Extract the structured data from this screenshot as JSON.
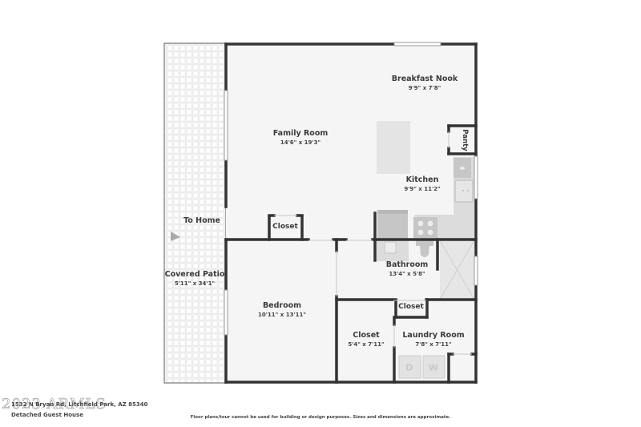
{
  "property": {
    "address": "1532 N Bryan Rd, Litchfield Park, AZ 85340",
    "subtitle": "Detached Guest House",
    "watermark": "2023 ARMLS",
    "disclaimer": "Floor plans/tour cannot be used for building or design purposes. Sizes and dimensions are approximate."
  },
  "colors": {
    "wall": "#333333",
    "floor": "#f5f5f5",
    "fixture": "#d6d6d6",
    "patio_tile": "#e6e6e6",
    "text": "#3b3b3b"
  },
  "rooms": [
    {
      "id": "breakfast-nook",
      "name": "Breakfast Nook",
      "dimensions": "9'9\" x 7'8\""
    },
    {
      "id": "family-room",
      "name": "Family Room",
      "dimensions": "14'6\" x 19'3\""
    },
    {
      "id": "kitchen",
      "name": "Kitchen",
      "dimensions": "9'9\" x 11'2\""
    },
    {
      "id": "covered-patio",
      "name": "Covered Patio",
      "dimensions": "5'11\" x 34'1\""
    },
    {
      "id": "bathroom",
      "name": "Bathroom",
      "dimensions": "13'4\" x 5'8\""
    },
    {
      "id": "bedroom",
      "name": "Bedroom",
      "dimensions": "10'11\" x 13'11\""
    },
    {
      "id": "walk-in-closet",
      "name": "Closet",
      "dimensions": "5'4\" x 7'11\""
    },
    {
      "id": "laundry-room",
      "name": "Laundry Room",
      "dimensions": "7'8\" x 7'11\""
    }
  ],
  "small_labels": {
    "closet_family": "Closet",
    "closet_laundry": "Closet",
    "pantry": "Panty",
    "to_home": "To Home",
    "dryer": "D",
    "washer": "W"
  }
}
